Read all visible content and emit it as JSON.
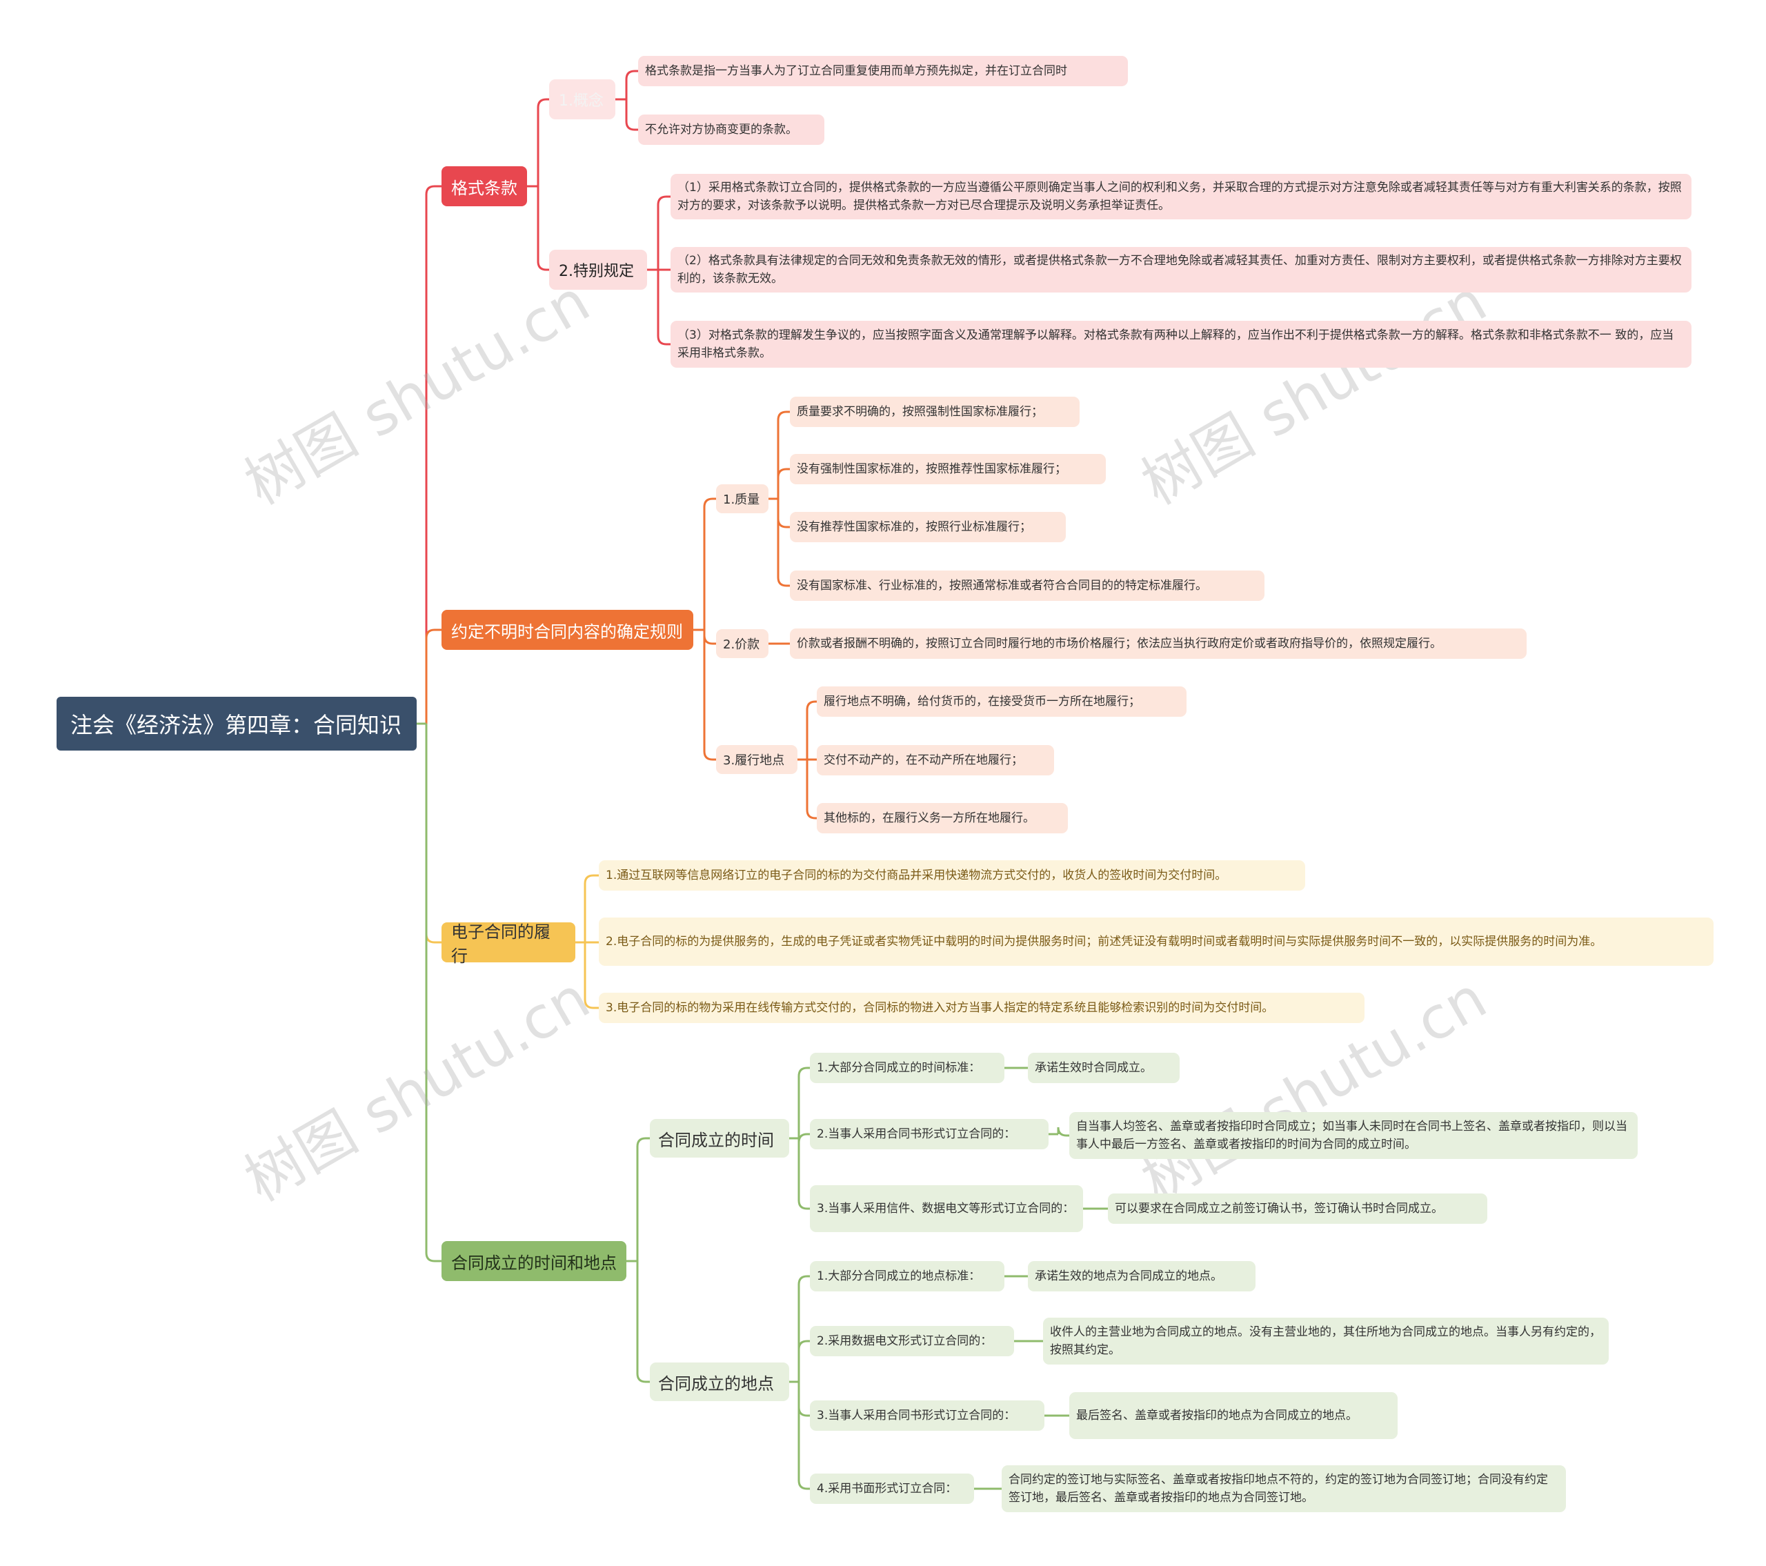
{
  "root": "注会《经济法》第四章：合同知识",
  "watermark": "树图 shutu.cn",
  "colors": {
    "red": "#e8474f",
    "orange": "#ee7335",
    "yellow": "#f6c454",
    "green": "#8fbb6c",
    "root": "#3a506b"
  },
  "branches": {
    "format": {
      "label": "格式条款",
      "concept": {
        "label": "1.概念",
        "items": [
          "格式条款是指一方当事人为了订立合同重复使用而单方预先拟定，并在订立合同时",
          "不允许对方协商变更的条款。"
        ]
      },
      "special": {
        "label": "2.特别规定",
        "items": [
          "（1）采用格式条款订立合同的，提供格式条款的一方应当遵循公平原则确定当事人之间的权利和义务，并采取合理的方式提示对方注意免除或者减轻其责任等与对方有重大利害关系的条款，按照对方的要求，对该条款予以说明。提供格式条款一方对已尽合理提示及说明义务承担举证责任。",
          "（2）格式条款具有法律规定的合同无效和免责条款无效的情形，或者提供格式条款一方不合理地免除或者减轻其责任、加重对方责任、限制对方主要权利，或者提供格式条款一方排除对方主要权利的，该条款无效。",
          "（3）对格式条款的理解发生争议的，应当按照字面含义及通常理解予以解释。对格式条款有两种以上解释的，应当作出不利于提供格式条款一方的解释。格式条款和非格式条款不一 致的，应当采用非格式条款。"
        ]
      }
    },
    "unclear": {
      "label": "约定不明时合同内容的确定规则",
      "quality": {
        "label": "1.质量",
        "items": [
          "质量要求不明确的，按照强制性国家标准履行；",
          "没有强制性国家标准的，按照推荐性国家标准履行；",
          "没有推荐性国家标准的，按照行业标准履行；",
          "没有国家标准、行业标准的，按照通常标准或者符合合同目的的特定标准履行。"
        ]
      },
      "price": {
        "label": "2.价款",
        "items": [
          "价款或者报酬不明确的，按照订立合同时履行地的市场价格履行；依法应当执行政府定价或者政府指导价的，依照规定履行。"
        ]
      },
      "place": {
        "label": "3.履行地点",
        "items": [
          "履行地点不明确，给付货币的，在接受货币一方所在地履行；",
          "交付不动产的，在不动产所在地履行；",
          "其他标的，在履行义务一方所在地履行。"
        ]
      }
    },
    "electronic": {
      "label": "电子合同的履行",
      "items": [
        "1.通过互联网等信息网络订立的电子合同的标的为交付商品并采用快递物流方式交付的，收货人的签收时间为交付时间。",
        "2.电子合同的标的为提供服务的，生成的电子凭证或者实物凭证中载明的时间为提供服务时间；前述凭证没有载明时间或者载明时间与实际提供服务时间不一致的，以实际提供服务的时间为准。",
        "3.电子合同的标的物为采用在线传输方式交付的，合同标的物进入对方当事人指定的特定系统且能够检索识别的时间为交付时间。"
      ]
    },
    "formation": {
      "label": "合同成立的时间和地点",
      "time": {
        "label": "合同成立的时间",
        "rows": [
          {
            "k": "1.大部分合同成立的时间标准：",
            "v": "承诺生效时合同成立。"
          },
          {
            "k": "2.当事人采用合同书形式订立合同的：",
            "v": "自当事人均签名、盖章或者按指印时合同成立；如当事人未同时在合同书上签名、盖章或者按指印，则以当事人中最后一方签名、盖章或者按指印的时间为合同的成立时间。"
          },
          {
            "k": "3.当事人采用信件、数据电文等形式订立合同的：",
            "v": "可以要求在合同成立之前签订确认书，签订确认书时合同成立。"
          }
        ]
      },
      "place": {
        "label": "合同成立的地点",
        "rows": [
          {
            "k": "1.大部分合同成立的地点标准：",
            "v": "承诺生效的地点为合同成立的地点。"
          },
          {
            "k": "2.采用数据电文形式订立合同的：",
            "v": "收件人的主营业地为合同成立的地点。没有主营业地的，其住所地为合同成立的地点。当事人另有约定的，按照其约定。"
          },
          {
            "k": "3.当事人采用合同书形式订立合同的：",
            "v": "最后签名、盖章或者按指印的地点为合同成立的地点。"
          },
          {
            "k": "4.采用书面形式订立合同：",
            "v": "合同约定的签订地与实际签名、盖章或者按指印地点不符的，约定的签订地为合同签订地；合同没有约定签订地，最后签名、盖章或者按指印的地点为合同签订地。"
          }
        ]
      }
    }
  }
}
